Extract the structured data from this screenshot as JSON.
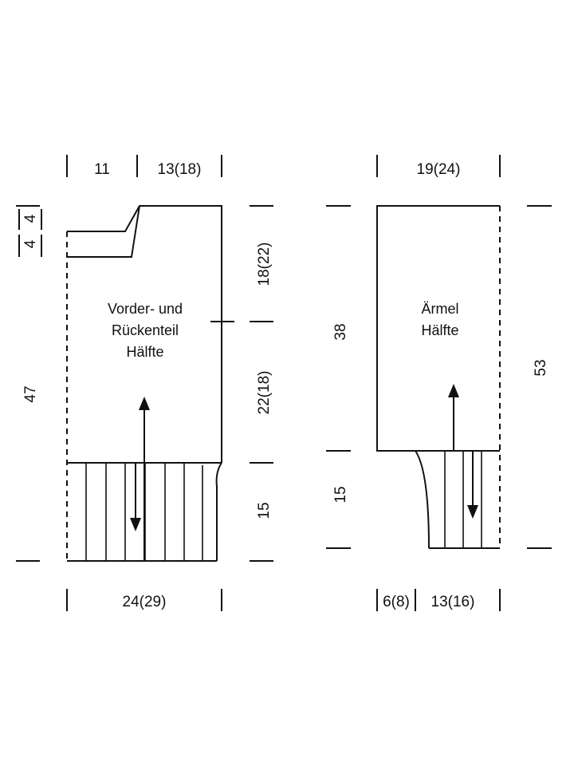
{
  "diagram": {
    "body_piece": {
      "label_line1": "Vorder- und",
      "label_line2": "Rückenteil",
      "label_line3": "Hälfte",
      "width_top_left": "11",
      "width_top_right": "13(18)",
      "width_bottom": "24(29)",
      "height_shoulder_upper": "4",
      "height_shoulder_lower": "4",
      "height_total": "47",
      "height_armhole": "18(22)",
      "height_body": "22(18)",
      "height_rib": "15"
    },
    "sleeve_piece": {
      "label_line1": "Ärmel",
      "label_line2": "Hälfte",
      "width_top": "19(24)",
      "width_cuff_left": "6(8)",
      "width_cuff_right": "13(16)",
      "height_upper": "38",
      "height_cuff": "15",
      "height_total": "53"
    }
  }
}
